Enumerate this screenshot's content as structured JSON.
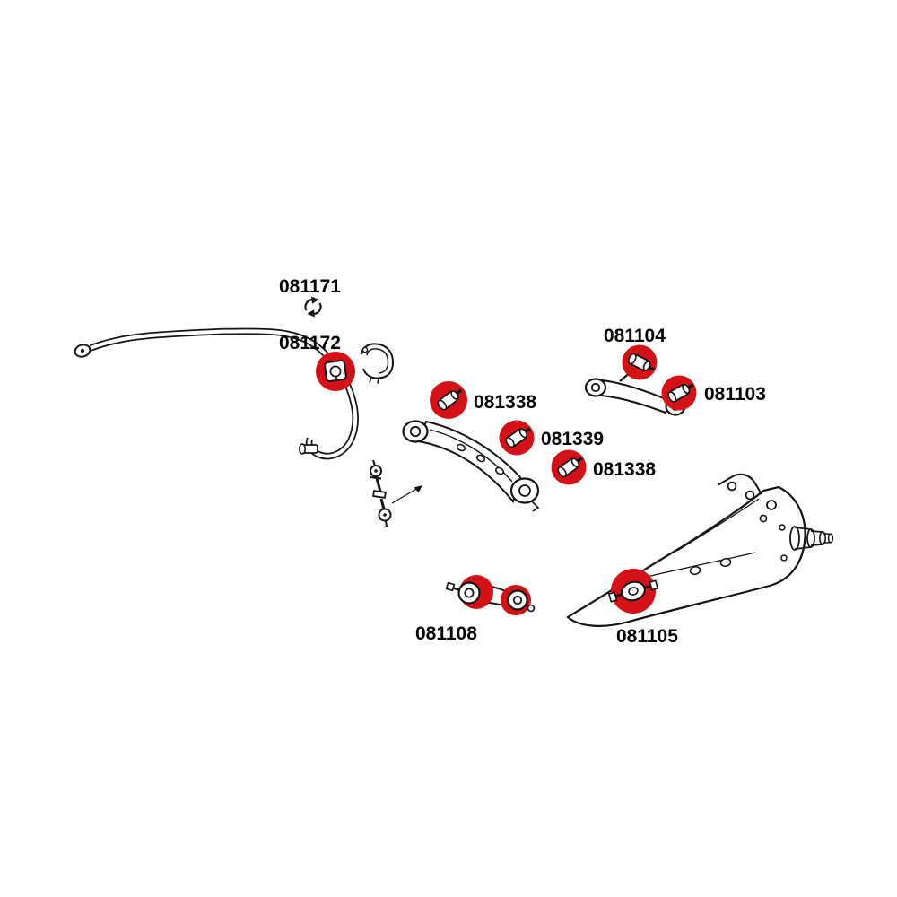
{
  "diagram": {
    "type": "exploded-parts-diagram",
    "subject": "rear-suspension-bushings",
    "background_color": "#ffffff",
    "highlight_color": "#d31116",
    "line_color": "#141414",
    "icons": {
      "rotation_arrows": "circular-rotation-arrows"
    },
    "callouts": {
      "c081171": "081171",
      "c081172": "081172",
      "c081338_upper": "081338",
      "c081339": "081339",
      "c081338_lower": "081338",
      "c081104": "081104",
      "c081103": "081103",
      "c081108": "081108",
      "c081105": "081105"
    }
  }
}
